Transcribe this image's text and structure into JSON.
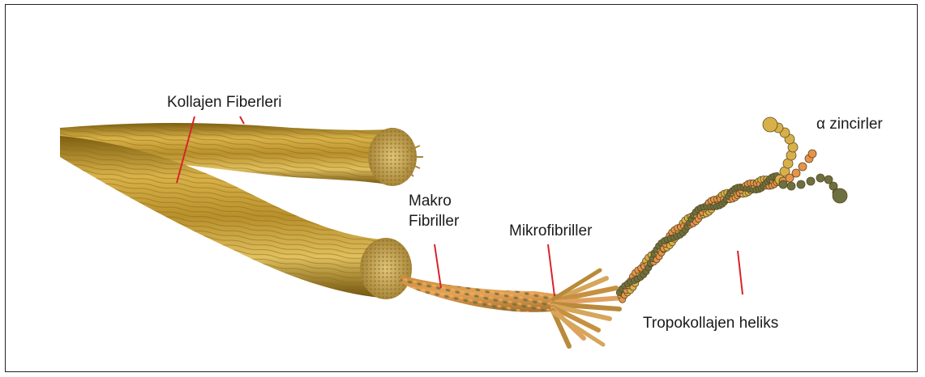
{
  "labels": {
    "collagen_fibers": "Kollajen Fiberleri",
    "macro_line1": "Makro",
    "macro_line2": "Fibriller",
    "micro": "Mikrofibriller",
    "alpha_chains": "α zincirler",
    "tropocollagen": "Tropokollajen heliks"
  },
  "colors": {
    "fiber_light": "#d9b24a",
    "fiber_dark": "#8a6a12",
    "fiber_mid": "#b8902c",
    "bead_yellow": "#d8b04a",
    "bead_orange": "#e8924a",
    "bead_olive": "#6d7040",
    "pointer_red": "#d8232a",
    "frame": "#222222"
  }
}
